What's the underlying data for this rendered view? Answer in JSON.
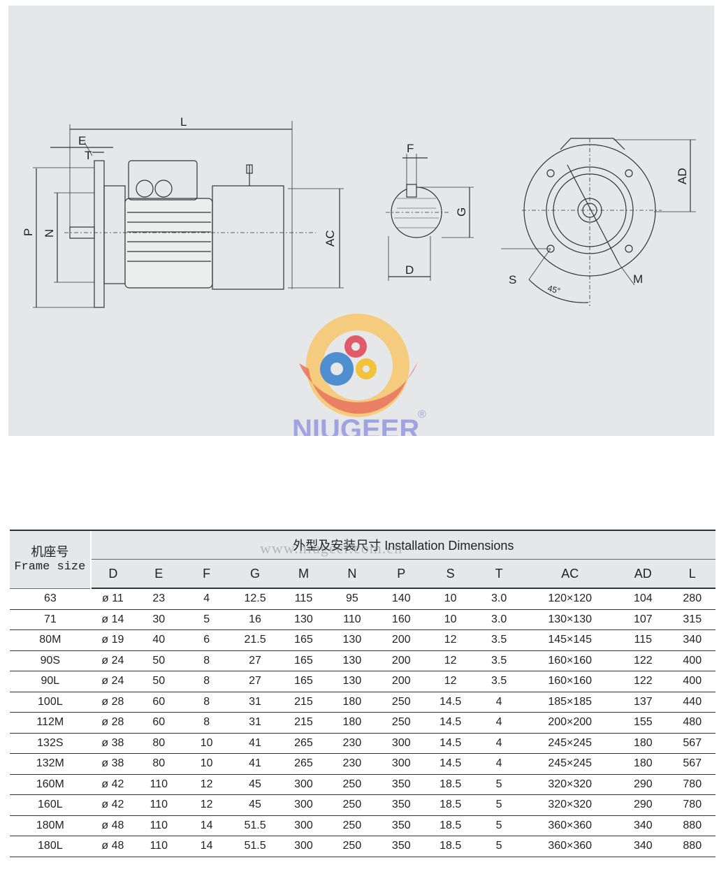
{
  "drawing": {
    "side_view_labels": {
      "L": "L",
      "E": "E",
      "T": "T",
      "P": "P",
      "N": "N",
      "AC": "AC"
    },
    "shaft_view_labels": {
      "F": "F",
      "G": "G",
      "D": "D"
    },
    "front_view_labels": {
      "AD": "AD",
      "S": "S",
      "M": "M",
      "angle": "45°"
    }
  },
  "logo": {
    "brand": "NIUGEER",
    "registered": "®"
  },
  "watermark": "www.niugeer.com.cn",
  "table": {
    "frame_size_cn": "机座号",
    "frame_size_en": "Frame size",
    "group_title": "外型及安装尺寸 Installation Dimensions",
    "columns": [
      "D",
      "E",
      "F",
      "G",
      "M",
      "N",
      "P",
      "S",
      "T",
      "AC",
      "AD",
      "L"
    ],
    "rows": [
      [
        "63",
        "ø 11",
        "23",
        "4",
        "12.5",
        "115",
        "95",
        "140",
        "10",
        "3.0",
        "120×120",
        "104",
        "280"
      ],
      [
        "71",
        "ø 14",
        "30",
        "5",
        "16",
        "130",
        "110",
        "160",
        "10",
        "3.0",
        "130×130",
        "107",
        "315"
      ],
      [
        "80M",
        "ø 19",
        "40",
        "6",
        "21.5",
        "165",
        "130",
        "200",
        "12",
        "3.5",
        "145×145",
        "115",
        "340"
      ],
      [
        "90S",
        "ø 24",
        "50",
        "8",
        "27",
        "165",
        "130",
        "200",
        "12",
        "3.5",
        "160×160",
        "122",
        "400"
      ],
      [
        "90L",
        "ø 24",
        "50",
        "8",
        "27",
        "165",
        "130",
        "200",
        "12",
        "3.5",
        "160×160",
        "122",
        "400"
      ],
      [
        "100L",
        "ø 28",
        "60",
        "8",
        "31",
        "215",
        "180",
        "250",
        "14.5",
        "4",
        "185×185",
        "137",
        "440"
      ],
      [
        "112M",
        "ø 28",
        "60",
        "8",
        "31",
        "215",
        "180",
        "250",
        "14.5",
        "4",
        "200×200",
        "155",
        "480"
      ],
      [
        "132S",
        "ø 38",
        "80",
        "10",
        "41",
        "265",
        "230",
        "300",
        "14.5",
        "4",
        "245×245",
        "180",
        "567"
      ],
      [
        "132M",
        "ø 38",
        "80",
        "10",
        "41",
        "265",
        "230",
        "300",
        "14.5",
        "4",
        "245×245",
        "180",
        "567"
      ],
      [
        "160M",
        "ø 42",
        "110",
        "12",
        "45",
        "300",
        "250",
        "350",
        "18.5",
        "5",
        "320×320",
        "290",
        "780"
      ],
      [
        "160L",
        "ø 42",
        "110",
        "12",
        "45",
        "300",
        "250",
        "350",
        "18.5",
        "5",
        "320×320",
        "290",
        "780"
      ],
      [
        "180M",
        "ø 48",
        "110",
        "14",
        "51.5",
        "300",
        "250",
        "350",
        "18.5",
        "5",
        "360×360",
        "340",
        "880"
      ],
      [
        "180L",
        "ø 48",
        "110",
        "14",
        "51.5",
        "300",
        "250",
        "350",
        "18.5",
        "5",
        "360×360",
        "340",
        "880"
      ]
    ]
  }
}
